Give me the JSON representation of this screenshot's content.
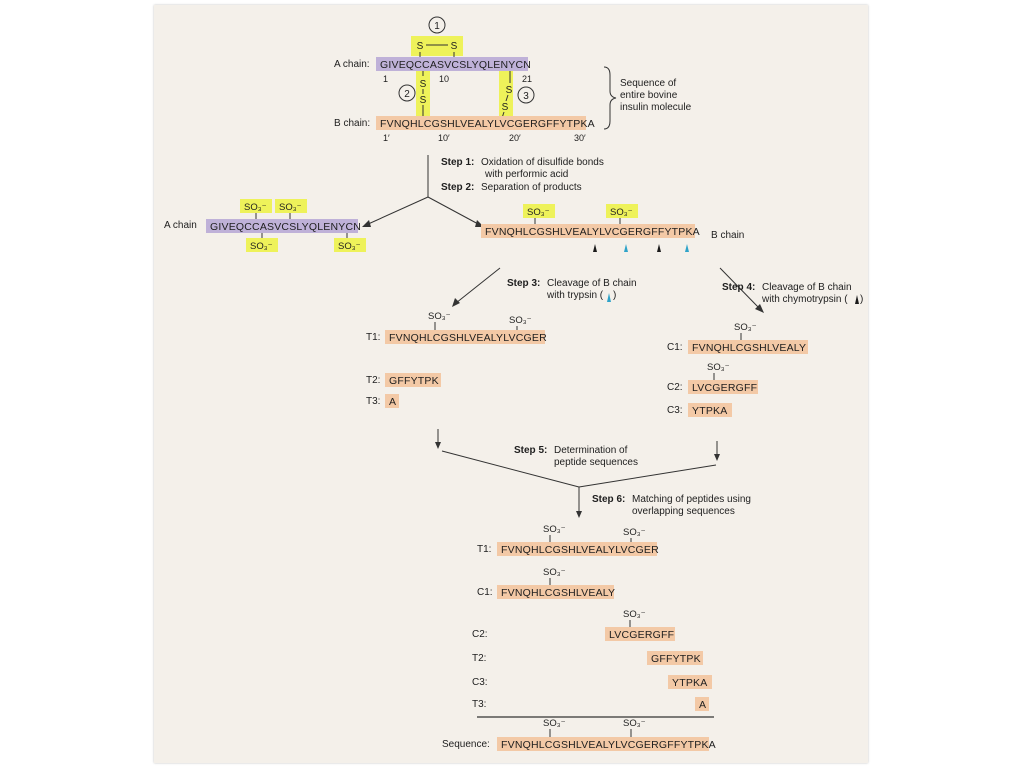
{
  "labels": {
    "a_chain": "A chain:",
    "b_chain": "B chain:",
    "a_chain_short": "A chain",
    "b_chain_short": "B chain",
    "sequence_row": "Sequence:",
    "brace_note": [
      "Sequence of",
      "entire bovine",
      "insulin molecule"
    ],
    "s": "S",
    "so3": "SO₃⁻",
    "bridge_numbers": [
      "1",
      "2",
      "3"
    ]
  },
  "sequences": {
    "a_chain": "GIVEQCCASVCSLYQLENYCN",
    "b_chain": "FVNQHLCGSHLVEALYLVCGERGFFYTPKA"
  },
  "positions": {
    "a": [
      "1",
      "10",
      "21"
    ],
    "b": [
      "1′",
      "10′",
      "20′",
      "30′"
    ]
  },
  "steps": [
    {
      "label": "Step 1:",
      "text": [
        "Oxidation of disulfide bonds",
        "with performic acid"
      ]
    },
    {
      "label": "Step 2:",
      "text": [
        "Separation of products"
      ]
    },
    {
      "label": "Step 3:",
      "text": [
        "Cleavage of B chain",
        "with trypsin ("
      ]
    },
    {
      "label": "Step 4:",
      "text": [
        "Cleavage of B chain",
        "with chymotrypsin ("
      ]
    },
    {
      "label": "Step 5:",
      "text": [
        "Determination of",
        "peptide sequences"
      ]
    },
    {
      "label": "Step 6:",
      "text": [
        "Matching of peptides using",
        "overlapping sequences"
      ]
    }
  ],
  "trypsin_peptides": [
    {
      "name": "T1:",
      "seq": "FVNQHLCGSHLVEALYLVCGER"
    },
    {
      "name": "T2:",
      "seq": "GFFYTPK"
    },
    {
      "name": "T3:",
      "seq": "A"
    }
  ],
  "chymotrypsin_peptides": [
    {
      "name": "C1:",
      "seq": "FVNQHLCGSHLVEALY"
    },
    {
      "name": "C2:",
      "seq": "LVCGERGFF"
    },
    {
      "name": "C3:",
      "seq": "YTPKA"
    }
  ],
  "alignment": [
    {
      "name": "T1:",
      "seq": "FVNQHLCGSHLVEALYLVCGER"
    },
    {
      "name": "C1:",
      "seq": "FVNQHLCGSHLVEALY"
    },
    {
      "name": "C2:",
      "seq": "LVCGERGFF"
    },
    {
      "name": "T2:",
      "seq": "GFFYTPK"
    },
    {
      "name": "C3:",
      "seq": "YTPKA"
    },
    {
      "name": "T3:",
      "seq": "A"
    }
  ],
  "full_sequence": "FVNQHLCGSHLVEALYLVCGERGFFYTPKA",
  "colors": {
    "a_chain_fill": "#bfb1d8",
    "b_chain_fill": "#f3c9a6",
    "so3_fill": "#eef25a",
    "trypsin_marker": "#2fa3c9",
    "chymotrypsin_marker": "#1a1a1a"
  }
}
